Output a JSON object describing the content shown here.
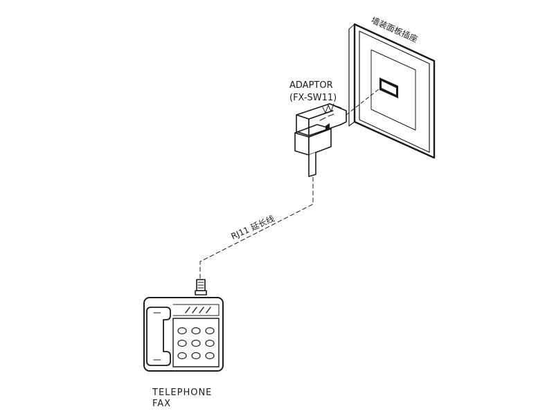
{
  "labels": {
    "wall_plate": "墙装面板插座",
    "adaptor_name": "ADAPTOR",
    "adaptor_model": "(FX-SW11)",
    "cable": "RJ11 延长线",
    "device_line1": "TELEPHONE",
    "device_line2": "FAX"
  },
  "colors": {
    "line": "#1a1a1a",
    "fill": "#ffffff"
  }
}
